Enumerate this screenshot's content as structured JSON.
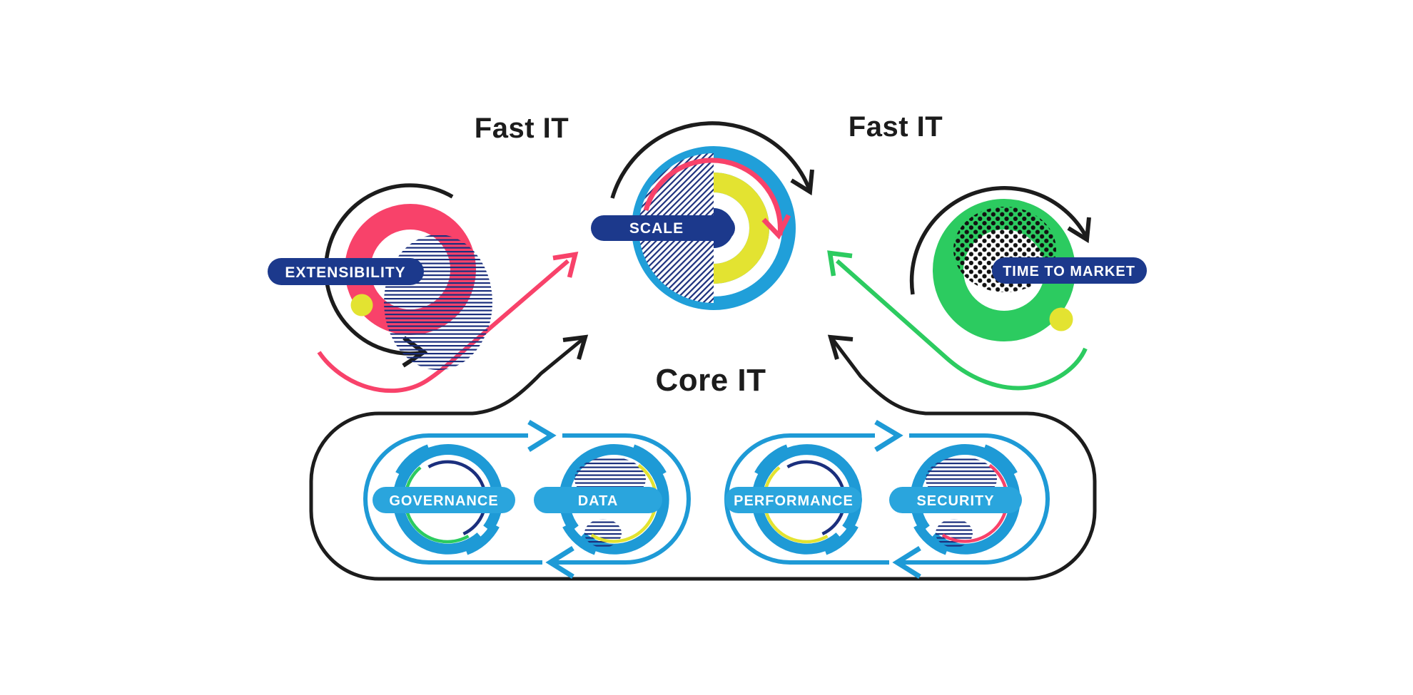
{
  "diagram": {
    "titles": {
      "fast_it_left": "Fast IT",
      "fast_it_right": "Fast IT",
      "core_it": "Core IT"
    },
    "fast_it_nodes": [
      {
        "id": "extensibility",
        "label": "EXTENSIBILITY",
        "ring_color": "#f8426a",
        "fill_pattern": "horizontal-lines",
        "marker": "yellow-dot",
        "cycle_arrow": "black-counterclockwise",
        "flow_arrow": "pink-swoosh-to-scale"
      },
      {
        "id": "scale",
        "label": "SCALE",
        "ring_color": "#209fd9",
        "fill_pattern": "diagonal-lines-left-half",
        "inner_rings": [
          "#209fd9",
          "#ffffff",
          "#e3e331",
          "#ffffff",
          "#1c398c"
        ],
        "cycle_arrow": "black-clockwise",
        "inner_arrow": "pink-clockwise"
      },
      {
        "id": "time_to_market",
        "label": "TIME TO MARKET",
        "ring_color": "#2ccb60",
        "fill_pattern": "polka-dots",
        "marker": "yellow-dot",
        "cycle_arrow": "black-clockwise",
        "flow_arrow": "green-swoosh-to-scale"
      }
    ],
    "core_it_nodes": [
      {
        "id": "governance",
        "label": "GOVERNANCE",
        "inner_arc_colors": [
          "#2ccb60",
          "#1b2f7d"
        ]
      },
      {
        "id": "data",
        "label": "DATA",
        "inner_arc_colors": [
          "#e3e331"
        ],
        "fill_pattern": "horizontal-lines"
      },
      {
        "id": "performance",
        "label": "PERFORMANCE",
        "inner_arc_colors": [
          "#e3e331",
          "#1b2f7d"
        ]
      },
      {
        "id": "security",
        "label": "SECURITY",
        "inner_arc_colors": [
          "#f8426a"
        ],
        "fill_pattern": "horizontal-lines"
      }
    ],
    "loops": [
      {
        "id": "governance-data-loop",
        "direction": "clockwise"
      },
      {
        "id": "performance-security-loop",
        "direction": "clockwise"
      }
    ],
    "colors": {
      "pink": "#f8426a",
      "blue": "#209fd9",
      "pill_blue": "#2aa5dd",
      "navy_pill": "#1c398c",
      "hatch_navy": "#1b2f7d",
      "green": "#2ccb60",
      "yellow": "#e3e331",
      "black": "#1c1c1c",
      "background": "#ffffff"
    }
  }
}
